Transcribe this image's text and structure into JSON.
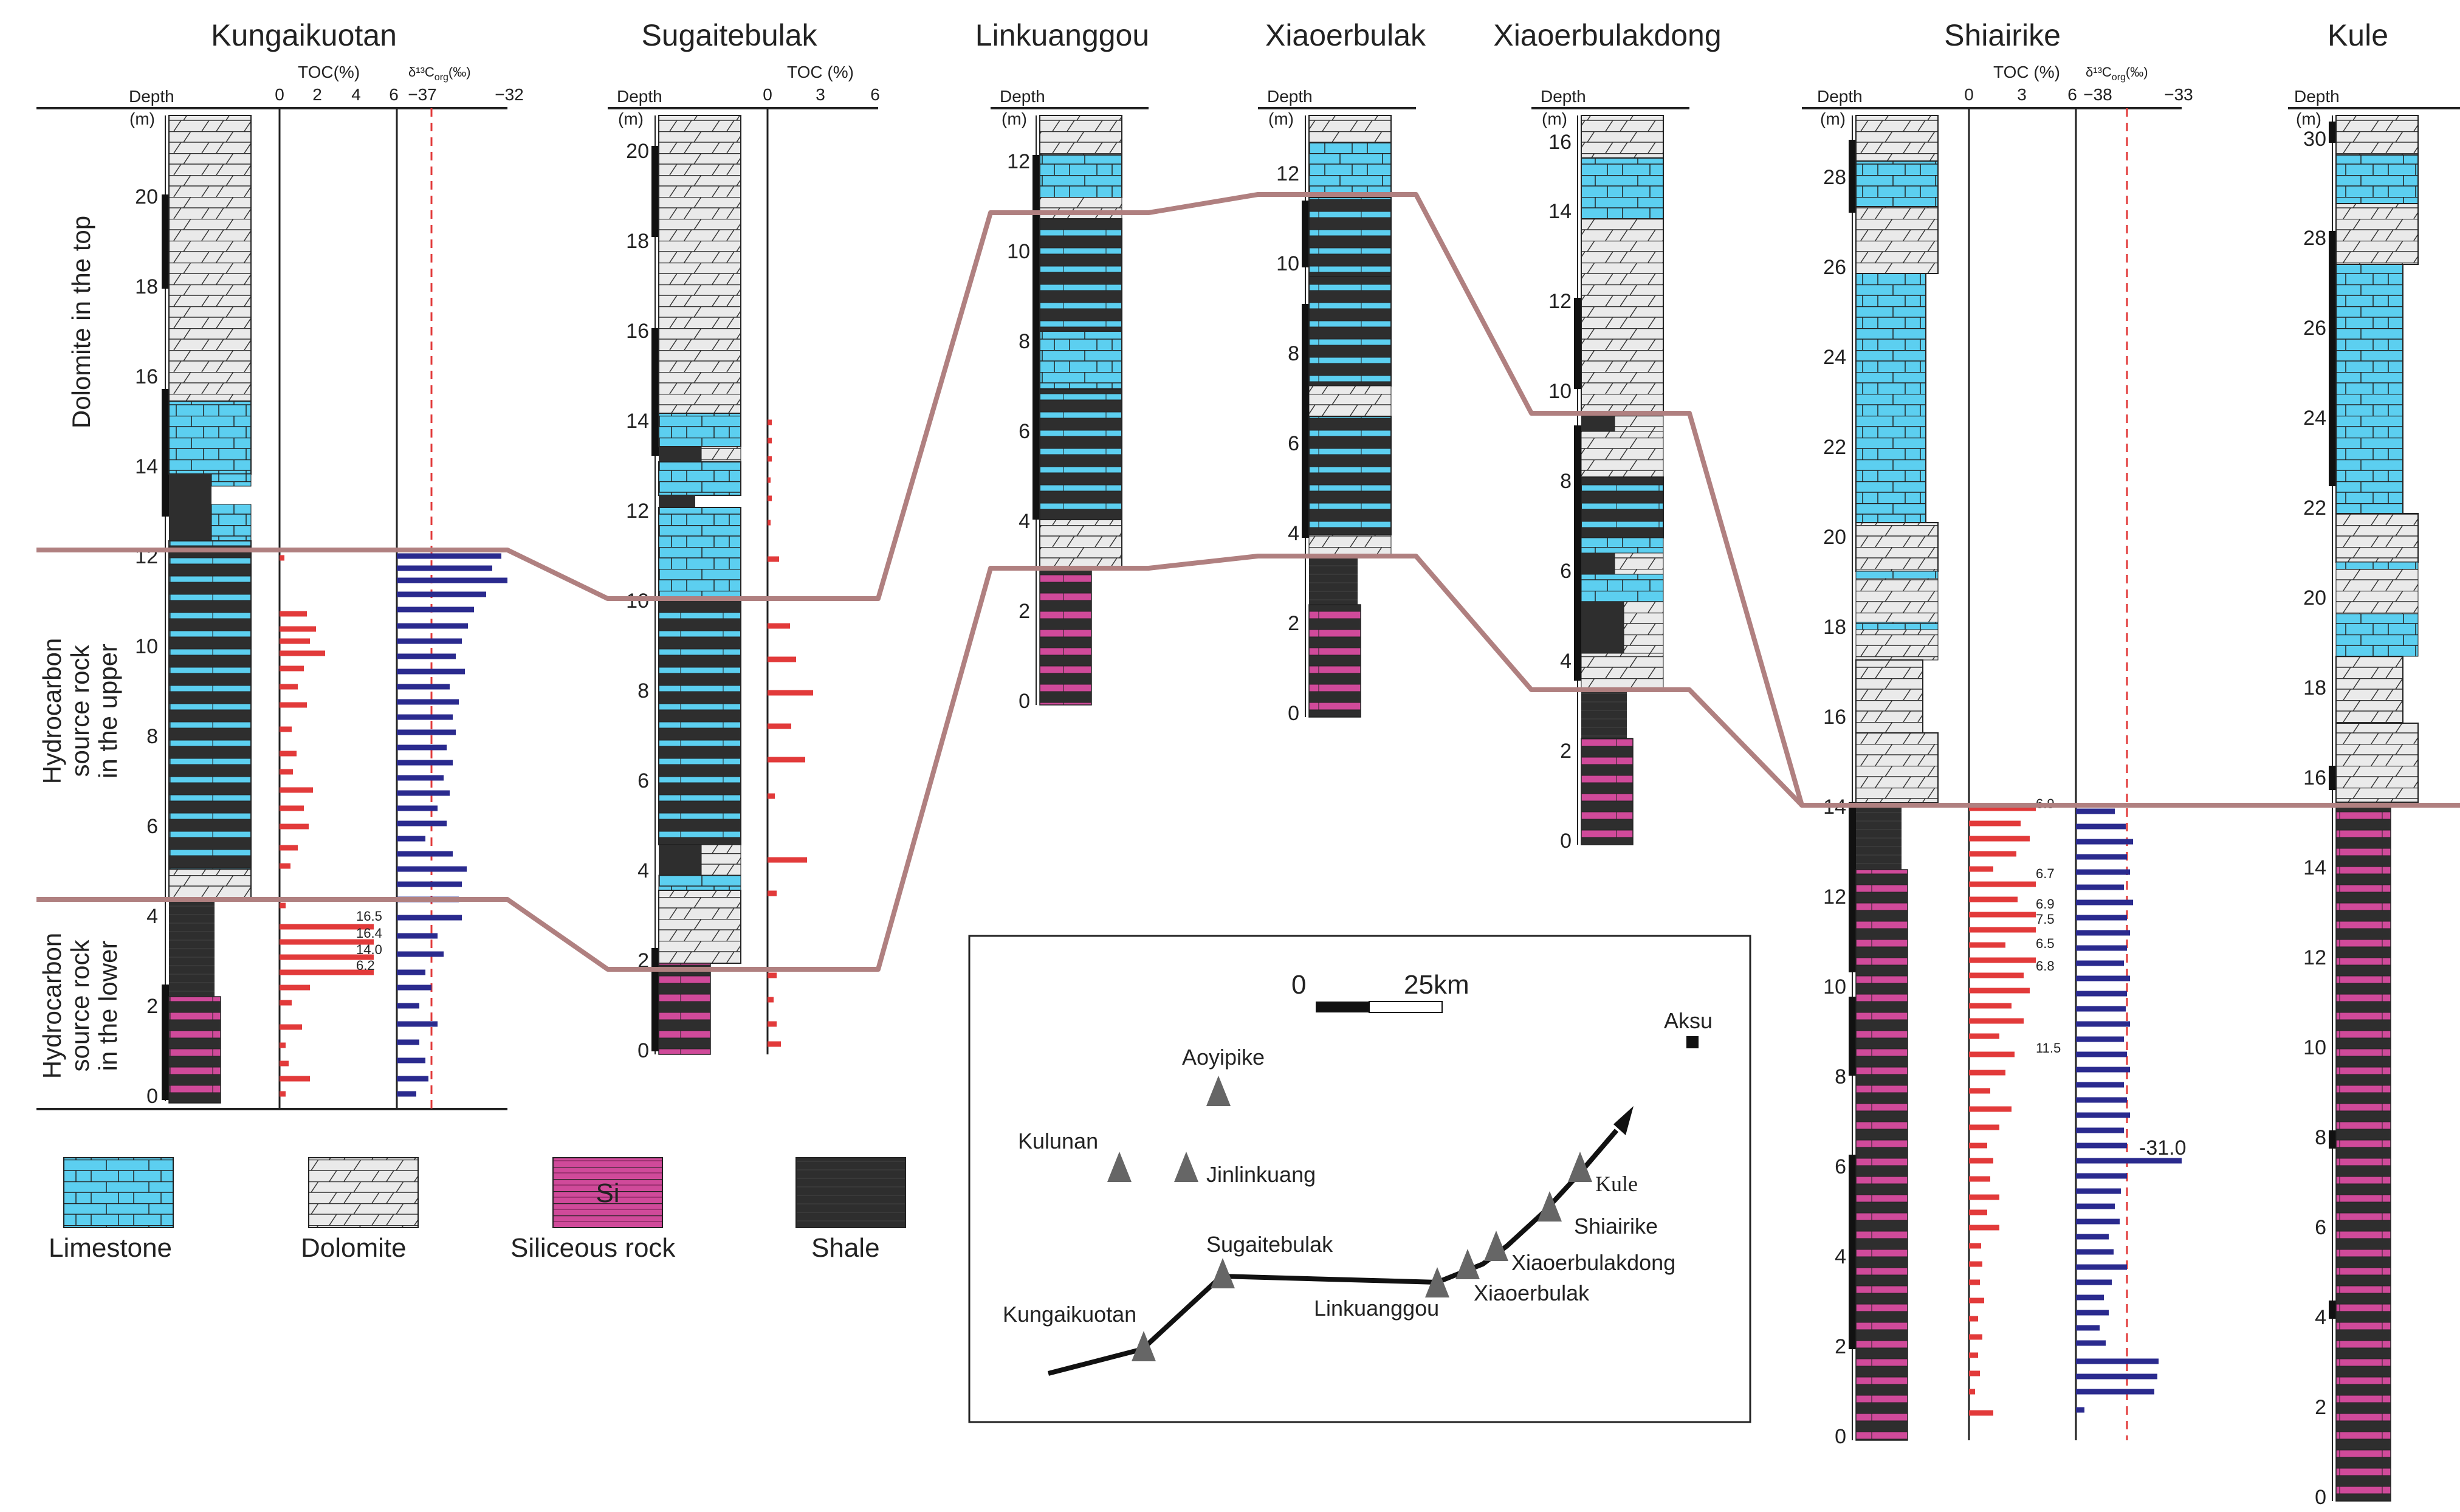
{
  "colors": {
    "limestone": "#5CCFF0",
    "dolomite": "#EAEAEA",
    "siliceous": "#D04A9A",
    "shale": "#2E2E2E",
    "correlation_line": "#B08080",
    "toc_bar": "#E23A3A",
    "carbon_bar": "#2A2A8E",
    "carbon_dashed": "#E23A3A"
  },
  "sections": [
    {
      "name": "Kungaikuotan",
      "depth_label": "Depth",
      "unit": "(m)",
      "depth_ticks": [
        "0",
        "2",
        "4",
        "6",
        "8",
        "10",
        "12",
        "14",
        "16",
        "18",
        "20"
      ],
      "toc_header": "TOC(%)",
      "toc_ticks": [
        "0",
        "2",
        "4",
        "6"
      ],
      "carbon_header": "δ¹³C",
      "carbon_sub": "org",
      "carbon_unit": "(‰)",
      "carbon_ticks": [
        "−37",
        "−32"
      ]
    },
    {
      "name": "Sugaitebulak",
      "depth_label": "Depth",
      "unit": "(m)",
      "depth_ticks": [
        "0",
        "2",
        "4",
        "6",
        "8",
        "10",
        "12",
        "14",
        "16",
        "18",
        "20"
      ],
      "toc_header": "TOC (%)",
      "toc_ticks": [
        "0",
        "3",
        "6"
      ]
    },
    {
      "name": "Linkuanggou",
      "depth_label": "Depth",
      "unit": "(m)",
      "depth_ticks": [
        "0",
        "2",
        "4",
        "6",
        "8",
        "10",
        "12"
      ]
    },
    {
      "name": "Xiaoerbulak",
      "depth_label": "Depth",
      "unit": "(m)",
      "depth_ticks": [
        "0",
        "2",
        "4",
        "6",
        "8",
        "10",
        "12"
      ]
    },
    {
      "name": "Xiaoerbulakdong",
      "depth_label": "Depth",
      "unit": "(m)",
      "depth_ticks": [
        "0",
        "2",
        "4",
        "6",
        "8",
        "10",
        "12",
        "14",
        "16"
      ]
    },
    {
      "name": "Shiairike",
      "depth_label": "Depth",
      "unit": "(m)",
      "depth_ticks": [
        "0",
        "2",
        "4",
        "6",
        "8",
        "10",
        "12",
        "14",
        "16",
        "18",
        "20",
        "22",
        "24",
        "26",
        "28"
      ],
      "toc_header": "TOC (%)",
      "toc_ticks": [
        "0",
        "3",
        "6"
      ],
      "carbon_header": "δ¹³C",
      "carbon_sub": "org",
      "carbon_unit": "(‰)",
      "carbon_ticks": [
        "−38",
        "−33"
      ]
    },
    {
      "name": "Kule",
      "depth_label": "Depth",
      "unit": "(m)",
      "depth_ticks": [
        "0",
        "2",
        "4",
        "6",
        "8",
        "10",
        "12",
        "14",
        "16",
        "18",
        "20",
        "22",
        "24",
        "26",
        "28",
        "30"
      ]
    }
  ],
  "side_labels": {
    "top": "Dolomite in the top",
    "upper_1": "Hydrocarbon",
    "upper_2": "source rock",
    "upper_3": "in the upper",
    "lower_1": "Hydrocarbon",
    "lower_2": "source rock",
    "lower_3": "in the lower"
  },
  "kungaikuotan_toc_values": [
    "16.5",
    "16.4",
    "14.0",
    "6.2"
  ],
  "shiairike_toc_values": [
    "6.9",
    "6.7",
    "6.9",
    "7.5",
    "6.5",
    "6.8",
    "11.5"
  ],
  "shiairike_carbon_value": "-31.0",
  "legend": [
    {
      "key": "limestone",
      "label": "Limestone"
    },
    {
      "key": "dolomite",
      "label": "Dolomite"
    },
    {
      "key": "siliceous",
      "label": "Siliceous rock",
      "mark": "Si"
    },
    {
      "key": "shale",
      "label": "Shale"
    }
  ],
  "map": {
    "scale_zero": "0",
    "scale_text": "25km",
    "city": "Aksu",
    "locations": [
      "Aoyipike",
      "Kulunan",
      "Jinlinkuang",
      "Sugaitebulak",
      "Kungaikuotan",
      "Linkuanggou",
      "Xiaoerbulak",
      "Xiaoerbulakdong",
      "Shiairike",
      "Kule"
    ]
  }
}
